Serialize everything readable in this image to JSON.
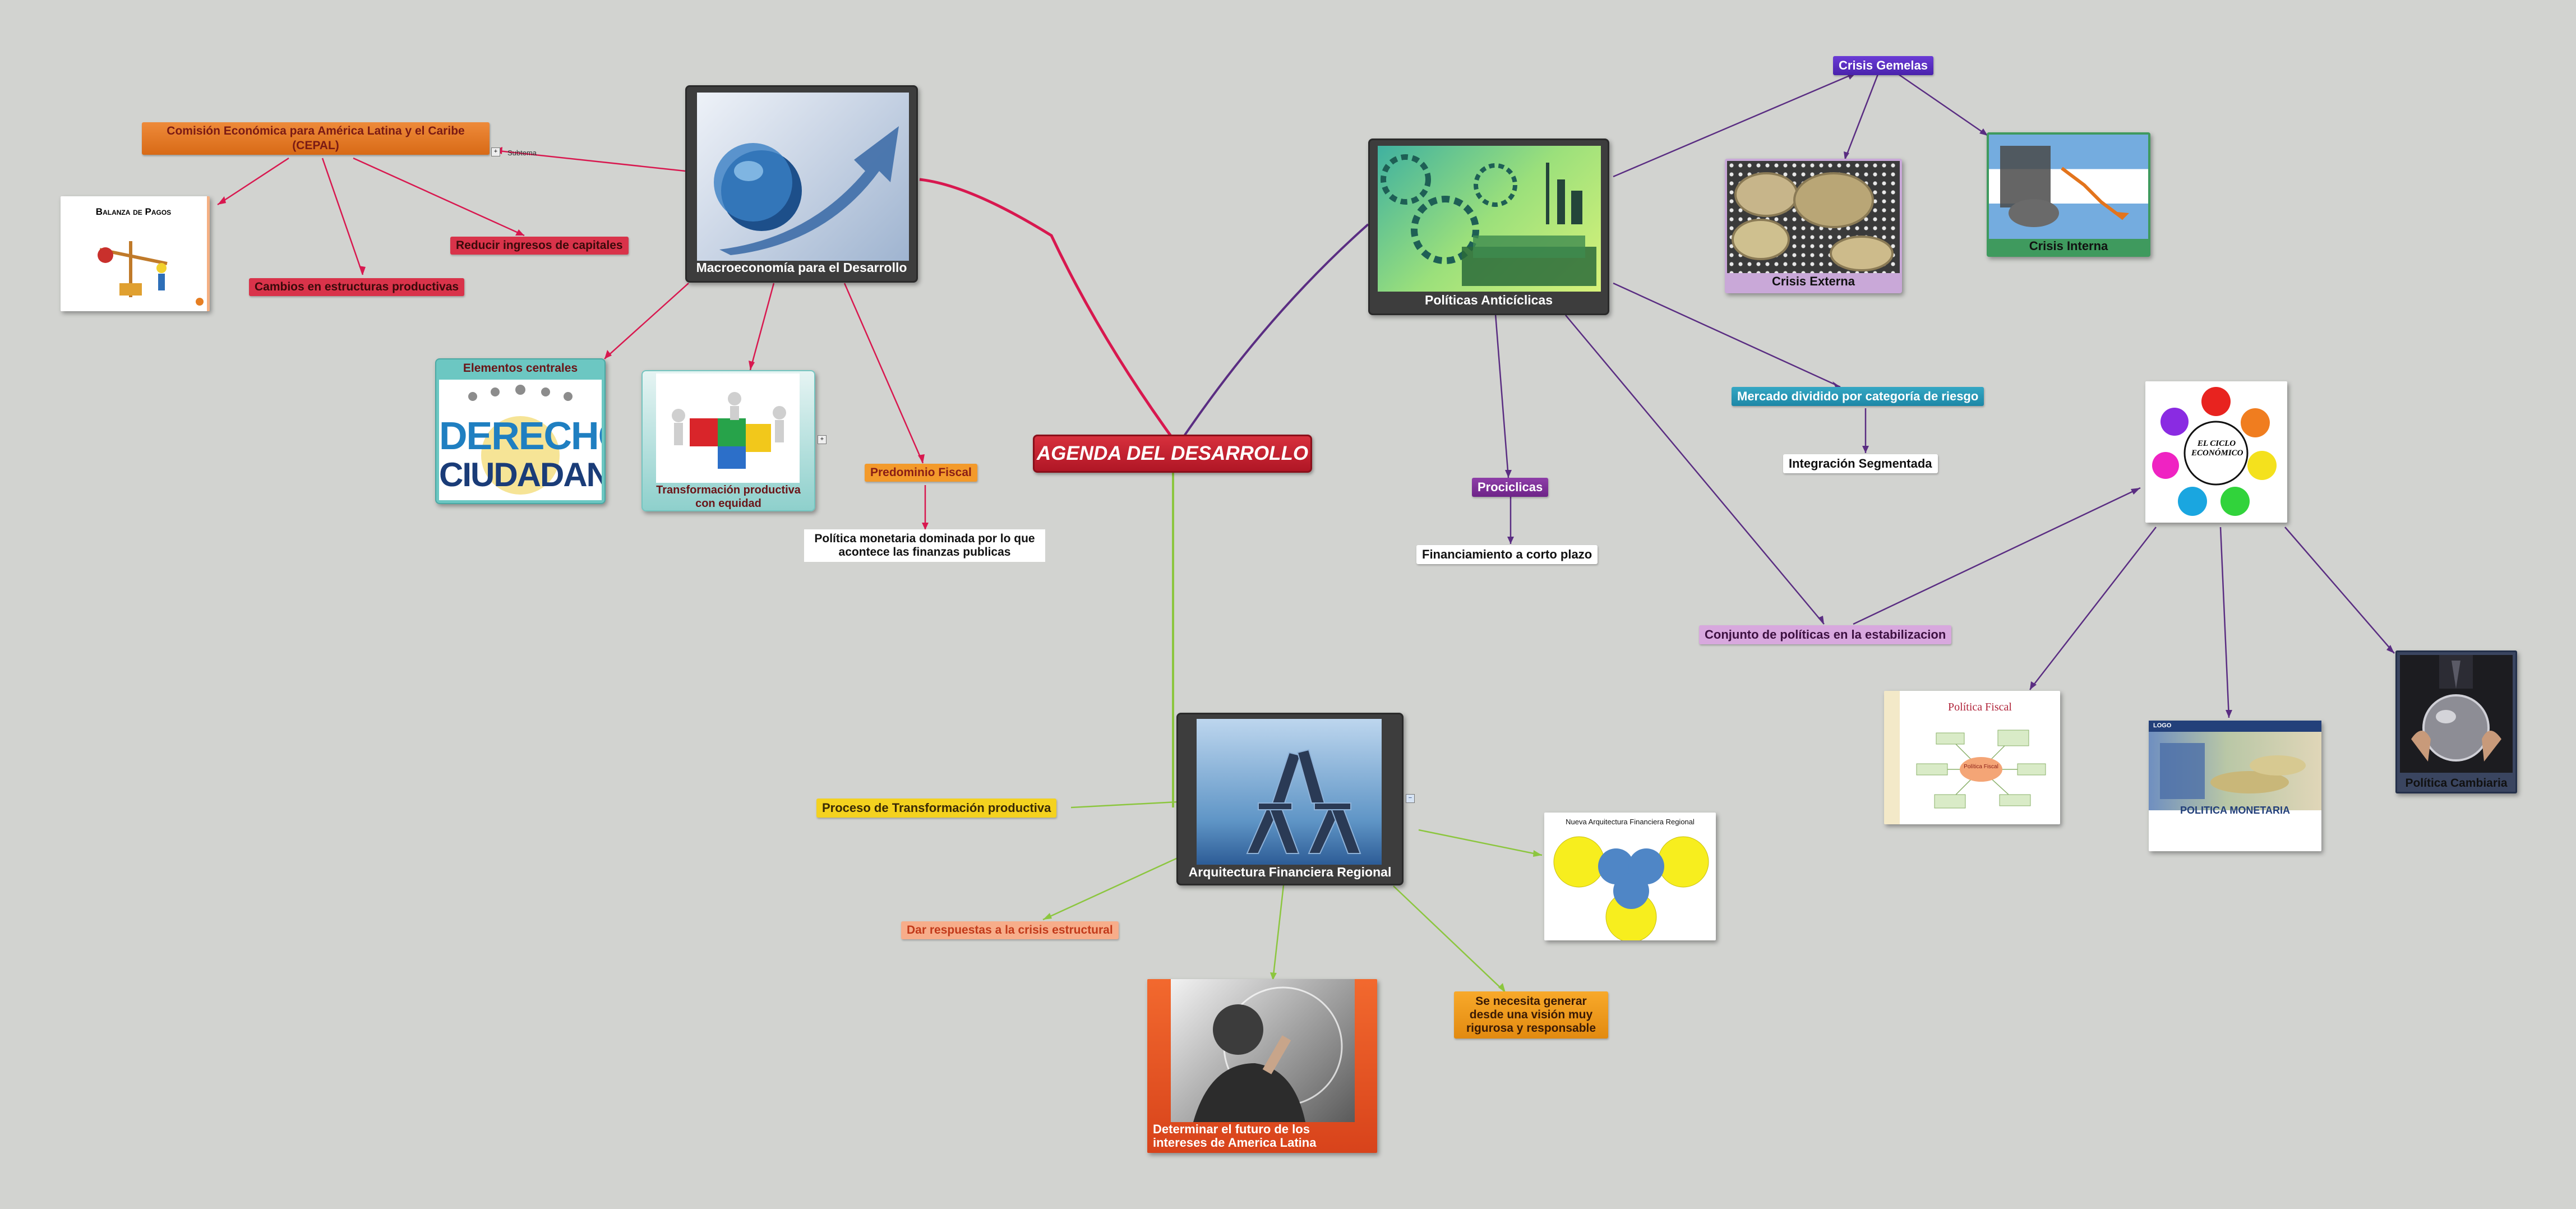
{
  "central": {
    "title": "AGENDA DEL DESARROLLO"
  },
  "macro": {
    "title": "Macroeconomía para el Desarrollo",
    "cepal": "Comisión Económica para América Latina y el Caribe (CEPAL)",
    "subtema": "Subtema",
    "balanza": "Balanza de Pagos",
    "reducir": "Reducir ingresos de capitales",
    "cambios": "Cambios en estructuras productivas",
    "elementos": "Elementos centrales",
    "derechos_line1": "DERECHOS",
    "derechos_line2": "CIUDADANO",
    "transformacion": "Transformación productiva con equidad",
    "predominio": "Predominio Fiscal",
    "politica_monetaria": "Política monetaria dominada por lo que acontece las finanzas publicas"
  },
  "anticiclicas": {
    "title": "Políticas Anticíclicas",
    "crisis_gemelas": "Crisis Gemelas",
    "crisis_externa": "Crisis Externa",
    "crisis_interna": "Crisis Interna",
    "mercado": "Mercado dividido por categoría de riesgo",
    "integracion": "Integración Segmentada",
    "prociclicas": "Prociclicas",
    "financiamiento": "Financiamiento a corto plazo",
    "conjunto": "Conjunto de políticas en la estabilizacion",
    "ciclo_title": "EL CICLO ECONÓMICO",
    "fiscal_title": "Política Fiscal",
    "fiscal_center": "Política Fiscal",
    "monetaria_logo": "LOGO",
    "monetaria": "POLITICA MONETARIA",
    "cambiaria": "Política Cambiaria"
  },
  "arquitectura": {
    "title": "Arquitectura Financiera Regional",
    "proceso": "Proceso de Transformación productiva",
    "dar": "Dar respuestas a la crisis estructural",
    "nueva": "Nueva Arquitectura Financiera Regional",
    "generar": "Se necesita generar desde una visión muy rigurosa y responsable",
    "determinar": "Determinar el futuro de los intereses de America Latina"
  },
  "colors": {
    "central": "#c41e2e",
    "macro_branch": "#d8184f",
    "anticiclicas_branch": "#5a2d82",
    "arquitectura_branch": "#8cc63f",
    "background": "#d2d3d0"
  }
}
